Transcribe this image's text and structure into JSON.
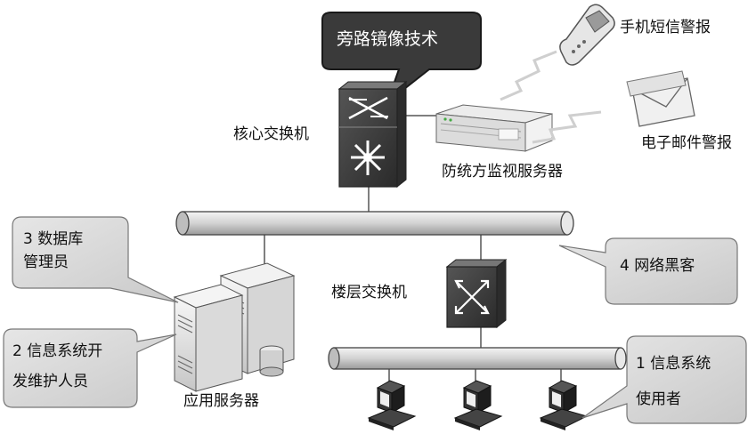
{
  "bubble": {
    "text": "旁路镜像技术"
  },
  "labels": {
    "sms_alert": "手机短信警报",
    "email_alert": "电子邮件警报",
    "core_switch": "核心交换机",
    "monitor_server": "防统方监视服务器",
    "floor_switch": "楼层交换机",
    "app_server": "应用服务器"
  },
  "callouts": {
    "dba": {
      "line1": "3  数据库",
      "line2": "管理员"
    },
    "hacker": {
      "line1": "4 网络黑客"
    },
    "dev": {
      "line1": "2 信息系统开",
      "line2": "发维护人员"
    },
    "user": {
      "line1": "1 信息系统",
      "line2": "使用者"
    }
  }
}
